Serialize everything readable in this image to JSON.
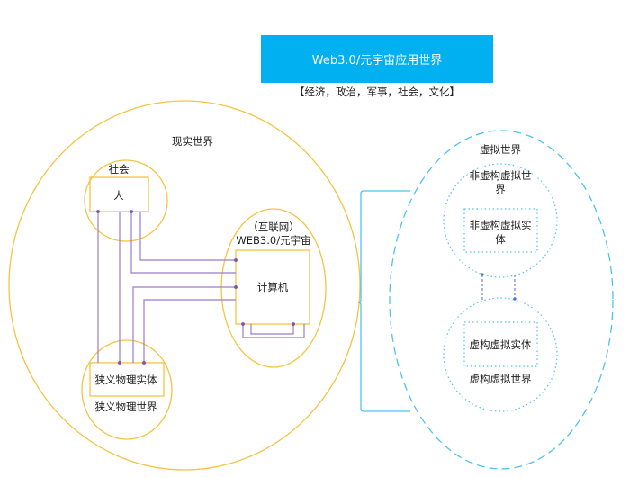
{
  "title": "Web3.0/元宇宙应用世界",
  "subtitle": "【经济，政治，军事，社会，文化】",
  "real_world": {
    "label": "现实世界",
    "society": {
      "label": "社会",
      "entity": "人"
    },
    "internet": {
      "label_line1": "（互联网）",
      "label_line2": "WEB3.0/元宇宙",
      "entity": "计算机"
    },
    "physical": {
      "label": "狭义物理世界",
      "entity": "狭义物理实体"
    }
  },
  "virtual_world": {
    "label": "虚拟世界",
    "nonfiction": {
      "label_line1": "非虚构虚拟世",
      "label_line2": "界",
      "entity_line1": "非虚构虚拟实",
      "entity_line2": "体"
    },
    "fiction": {
      "label": "虚构虚拟世界",
      "entity": "虚构虚拟实体"
    }
  },
  "colors": {
    "yellow": "#f5c342",
    "purple": "#8e6bbf",
    "blue": "#4fc3f0",
    "title_bg": "#00b0f0"
  }
}
